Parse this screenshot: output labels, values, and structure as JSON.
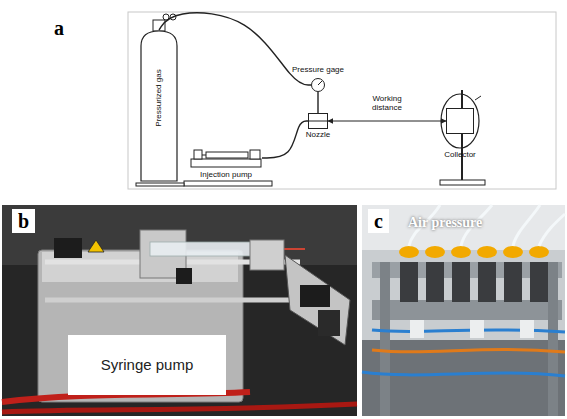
{
  "diagram": {
    "nodes": [
      {
        "text": [
          "Pressurized gas"
        ]
      },
      {
        "text": [
          "Pressure gage"
        ]
      },
      {
        "text": [
          "Nozzle"
        ]
      },
      {
        "text": [
          "Collector"
        ]
      },
      {
        "text": [
          "Injection pump"
        ]
      },
      {
        "text": [
          "Syringe pump"
        ]
      }
    ],
    "edges": [
      {
        "from": 0,
        "to": 1,
        "arrow": "none"
      },
      {
        "from": 1,
        "to": 2,
        "arrow": "none"
      },
      {
        "from": 4,
        "to": 2,
        "arrow": "none"
      },
      {
        "from": 2,
        "to": 3,
        "label": "Working distance",
        "arrow": "both"
      }
    ],
    "labels": [
      "a",
      "b",
      "c",
      "Air pressure"
    ]
  }
}
